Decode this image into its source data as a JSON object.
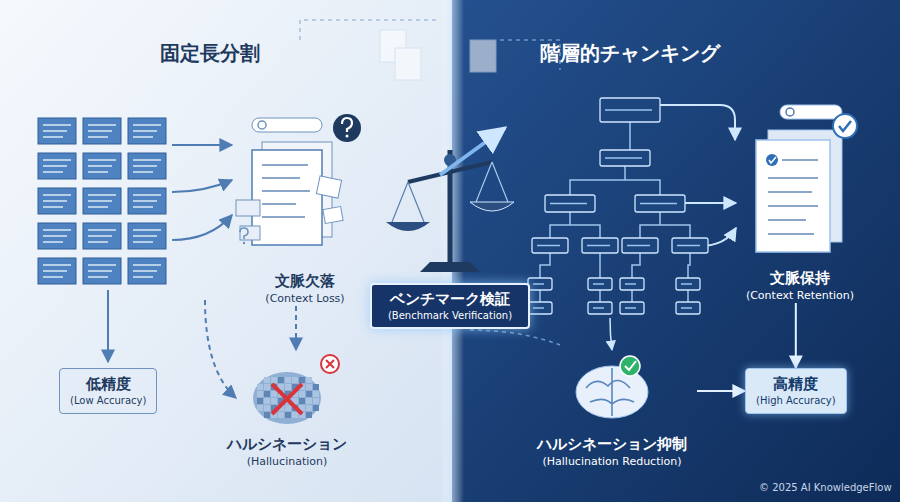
{
  "diagram": {
    "nodes": [
      {
        "text": [
          "文脈欠落",
          "(Context Loss)"
        ]
      },
      {
        "text": [
          "低精度",
          "(Low Accuracy)"
        ]
      },
      {
        "text": [
          "ハルシネーション",
          "(Hallucination)"
        ]
      },
      {
        "text": [
          "ベンチマーク検証",
          "(Benchmark Verification)"
        ]
      },
      {
        "text": [
          "文脈保持",
          "(Context Retention)"
        ]
      },
      {
        "text": [
          "ハルシネーション抑制",
          "(Hallucination Reduction)"
        ]
      },
      {
        "text": [
          "高精度",
          "(High Accuracy)"
        ]
      }
    ],
    "edges": [
      {
        "from": 0,
        "to": 2,
        "arrow": "to"
      },
      {
        "from": 4,
        "to": 6,
        "arrow": "to"
      },
      {
        "from": 5,
        "to": 6,
        "arrow": "to"
      }
    ],
    "labels": [
      "固定長分割",
      "階層的チャンキング",
      "© 2025 AI KnowledgeFlow"
    ]
  }
}
